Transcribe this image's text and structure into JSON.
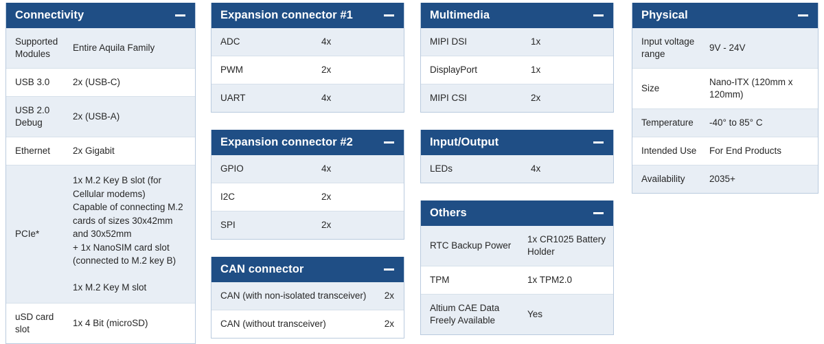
{
  "collapse_icon": "minus-icon",
  "colors": {
    "header_bg": "#1f4e85",
    "header_text": "#ffffff",
    "row_alt_bg": "#e8eef5",
    "row_bg": "#ffffff",
    "border": "#b9cade",
    "text": "#262626"
  },
  "columns": [
    {
      "cards": [
        {
          "title": "Connectivity",
          "rows": [
            {
              "label": "Supported Modules",
              "value": "Entire Aquila Family"
            },
            {
              "label": "USB 3.0",
              "value": "2x (USB-C)"
            },
            {
              "label": "USB 2.0 Debug",
              "value": "2x (USB-A)"
            },
            {
              "label": "Ethernet",
              "value": "2x Gigabit"
            },
            {
              "label": "PCIe*",
              "value": "1x M.2 Key B slot (for Cellular modems)\nCapable of connecting M.2 cards of sizes 30x42mm and 30x52mm\n+ 1x NanoSIM card slot (connected to M.2 key B)\n\n1x M.2 Key M slot"
            },
            {
              "label": "uSD card slot",
              "value": "1x 4 Bit (microSD)"
            }
          ]
        }
      ]
    },
    {
      "cards": [
        {
          "title": "Expansion connector #1",
          "rows": [
            {
              "label": "ADC",
              "value": "4x"
            },
            {
              "label": "PWM",
              "value": "2x"
            },
            {
              "label": "UART",
              "value": "4x"
            }
          ]
        },
        {
          "title": "Expansion connector #2",
          "rows": [
            {
              "label": "GPIO",
              "value": "4x"
            },
            {
              "label": "I2C",
              "value": "2x"
            },
            {
              "label": "SPI",
              "value": "2x"
            }
          ]
        },
        {
          "title": "CAN connector",
          "rows": [
            {
              "label": "CAN (with non-isolated transceiver)",
              "value": "2x"
            },
            {
              "label": "CAN (without transceiver)",
              "value": "2x"
            }
          ]
        }
      ]
    },
    {
      "cards": [
        {
          "title": "Multimedia",
          "rows": [
            {
              "label": "MIPI DSI",
              "value": "1x"
            },
            {
              "label": "DisplayPort",
              "value": "1x"
            },
            {
              "label": "MIPI CSI",
              "value": "2x"
            }
          ]
        },
        {
          "title": "Input/Output",
          "rows": [
            {
              "label": "LEDs",
              "value": "4x"
            }
          ]
        },
        {
          "title": "Others",
          "rows": [
            {
              "label": "RTC Backup Power",
              "value": "1x CR1025 Battery Holder"
            },
            {
              "label": "TPM",
              "value": "1x TPM2.0"
            },
            {
              "label": "Altium CAE Data Freely Available",
              "value": "Yes"
            }
          ]
        }
      ]
    },
    {
      "cards": [
        {
          "title": "Physical",
          "rows": [
            {
              "label": "Input voltage range",
              "value": "9V - 24V"
            },
            {
              "label": "Size",
              "value": "Nano-ITX (120mm x 120mm)"
            },
            {
              "label": "Temperature",
              "value": "-40° to 85° C"
            },
            {
              "label": "Intended Use",
              "value": "For End Products"
            },
            {
              "label": "Availability",
              "value": "2035+"
            }
          ]
        }
      ]
    }
  ]
}
